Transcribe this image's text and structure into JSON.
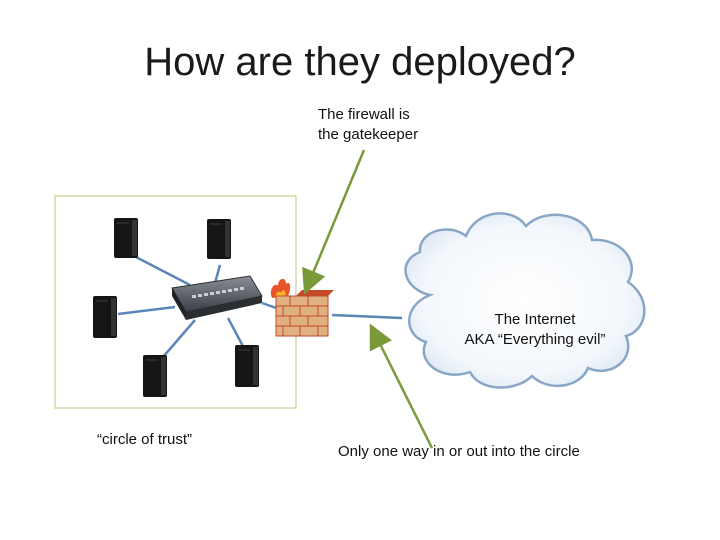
{
  "title": "How are they deployed?",
  "firewall_caption": [
    "The firewall is",
    "the gatekeeper"
  ],
  "internet_label": [
    "The Internet",
    "AKA “Everything evil”"
  ],
  "trust_label": "“circle of trust”",
  "oneway_label": "Only one way in or out into the circle",
  "colors": {
    "connector": "#5b86b8",
    "arrow": "#7a9a3a",
    "cloud_stroke": "#8aa6c6",
    "trust_border": "#d4d8a8",
    "server": "#151515",
    "firewall_brick": "#e0b080"
  }
}
